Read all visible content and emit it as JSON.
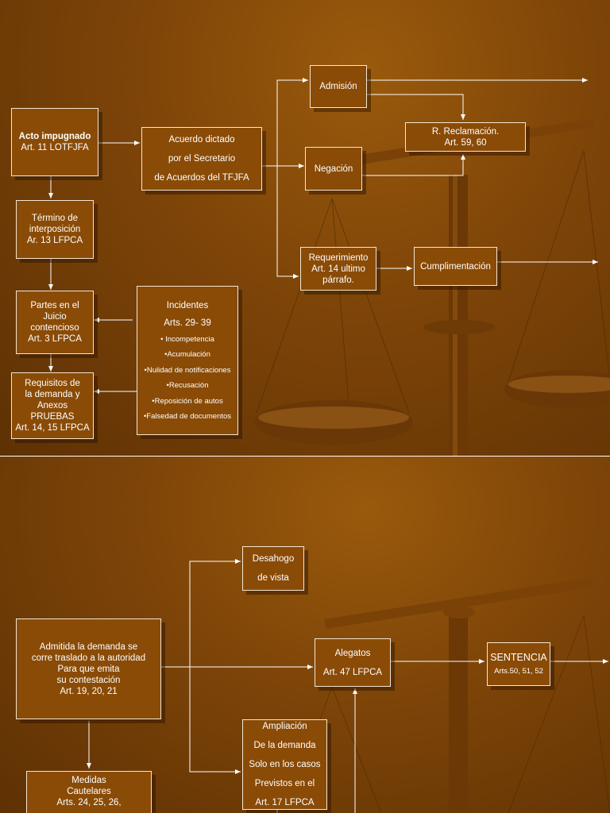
{
  "slide1": {
    "acto": {
      "title": "Acto impugnado",
      "ref": "Art. 11 LOTFJFA"
    },
    "termino": [
      "Término de",
      "interposición",
      "Ar. 13 LFPCA"
    ],
    "partes": [
      "Partes en el",
      "Juicio",
      "contencioso",
      "Art. 3 LFPCA"
    ],
    "requisitos": [
      "Requisitos de",
      "la demanda y",
      "Anexos",
      "PRUEBAS",
      "Art. 14, 15 LFPCA"
    ],
    "acuerdo": [
      "Acuerdo dictado",
      "por el Secretario",
      "de Acuerdos  del TFJFA"
    ],
    "incidentes": {
      "title": "Incidentes",
      "arts": "Arts. 29- 39",
      "items": [
        "• Incompetencia",
        "•Acumulación",
        "•Nulidad de notificaciones",
        "•Recusación",
        "•Reposición de autos",
        "•Falsedad de documentos"
      ]
    },
    "admision": "Admisión",
    "negacion": "Negación",
    "reclamacion": [
      "R. Reclamación.",
      "Art. 59, 60"
    ],
    "requerimiento": [
      "Requerimiento",
      "Art. 14 ultimo",
      "párrafo."
    ],
    "cumplimentacion": "Cumplimentación"
  },
  "slide2": {
    "admitida": [
      "Admitida la demanda se",
      "corre traslado a la autoridad",
      "Para que emita",
      "su contestación",
      "Art. 19, 20, 21"
    ],
    "desahogo": [
      "Desahogo",
      "de vista"
    ],
    "alegatos": [
      "Alegatos",
      "Art. 47 LFPCA"
    ],
    "sentencia": {
      "title": "SENTENCIA",
      "arts": "Arts.50, 51, 52"
    },
    "ampliacion": [
      "Ampliación",
      "De la demanda",
      "Solo en los casos",
      "Previstos en el",
      "Art. 17 LFPCA"
    ],
    "medidas": [
      "Medidas",
      "Cautelares",
      "Arts. 24, 25, 26,"
    ]
  }
}
